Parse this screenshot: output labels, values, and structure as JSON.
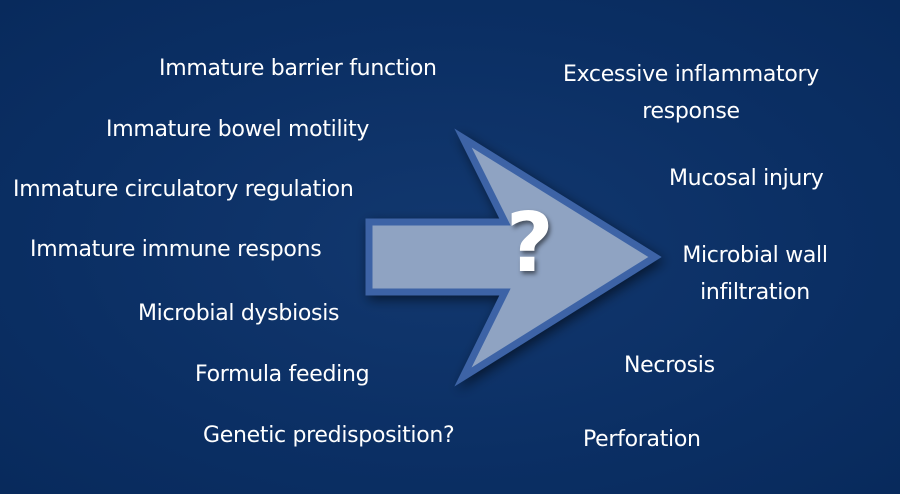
{
  "causes": [
    "Immature barrier function",
    "Immature bowel motility",
    "Immature circulatory regulation",
    "Immature immune respons",
    "Microbial dysbiosis",
    "Formula feeding",
    "Genetic predisposition?"
  ],
  "arrow_label": "?",
  "outcomes": [
    "Excessive inflammatory response",
    "Mucosal injury",
    "Microbial wall infiltration",
    "Necrosis",
    "Perforation"
  ],
  "outcome_lines": {
    "excessive": [
      "Excessive inflammatory",
      "response"
    ],
    "microbial": [
      "Microbial wall",
      "infiltration"
    ]
  },
  "colors": {
    "background": "#0b2f64",
    "arrow_fill": "#8fa3c2",
    "arrow_border": "#3d64a6",
    "text": "#ffffff"
  }
}
